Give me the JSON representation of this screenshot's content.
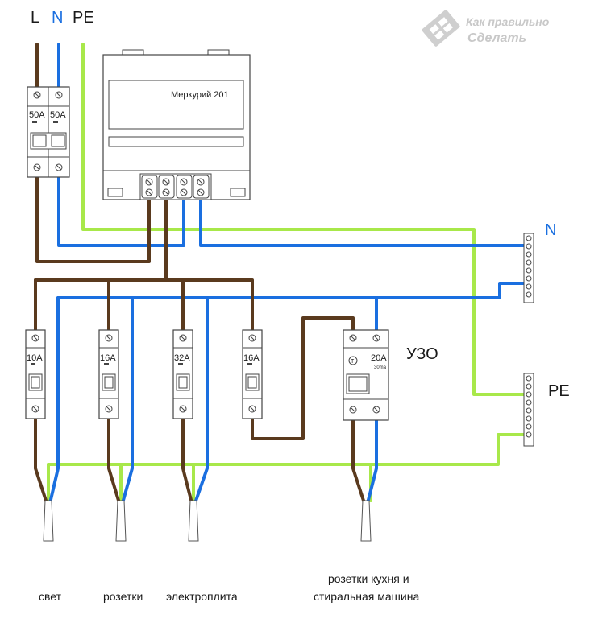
{
  "header": {
    "l_label": "L",
    "n_label": "N",
    "pe_label": "PE"
  },
  "logo": {
    "line1": "Как правильно",
    "line2": "Сделать"
  },
  "meter": {
    "model": "Меркурий 201"
  },
  "main_breakers": [
    "50A",
    "50A"
  ],
  "group_breakers": [
    "10A",
    "16A",
    "32A",
    "16A"
  ],
  "rcd": {
    "label": "УЗО",
    "rating": "20A",
    "sensitivity": "30ma"
  },
  "buses": {
    "n_label": "N",
    "pe_label": "PE"
  },
  "circuits": {
    "light": "свет",
    "sockets": "розетки",
    "stove": "электроплита",
    "kitchen_line1": "розетки кухня и",
    "kitchen_line2": "стиральная машина"
  },
  "colors": {
    "phase": "#5a3a1e",
    "neutral": "#1a6fe0",
    "earth": "#a8e84a",
    "device": "#444444"
  }
}
